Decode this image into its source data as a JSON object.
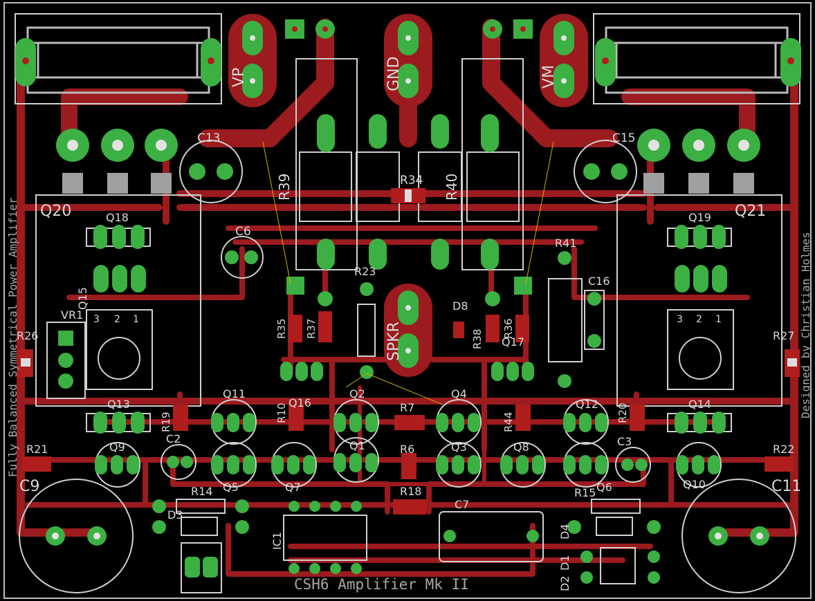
{
  "board": {
    "title": "CSH6 Amplifier Mk II",
    "left_text": "Fully Balanced Symmetrical Power Amplifier",
    "right_text": "Designed by Christian Holmes",
    "colors": {
      "background": "#000000",
      "copper": "#9b1b1e",
      "pad": "#3cb043",
      "silk": "#d0d0d0",
      "hole": "#e3e3e3"
    }
  },
  "connectors": {
    "vp": "VP",
    "gnd": "GND",
    "vm": "VM",
    "spkr": "SPKR"
  },
  "labels": {
    "q20": "Q20",
    "q21": "Q21",
    "q18": "Q18",
    "q19": "Q19",
    "q15": "Q15",
    "q17": "Q17",
    "q13": "Q13",
    "q14": "Q14",
    "q11": "Q11",
    "q12": "Q12",
    "q16": "Q16",
    "q2": "Q2",
    "q4": "Q4",
    "q1": "Q1",
    "q3": "Q3",
    "q8": "Q8",
    "q9": "Q9",
    "q10": "Q10",
    "q5": "Q5",
    "q6": "Q6",
    "q7": "Q7",
    "c13": "C13",
    "c15": "C15",
    "c6": "C6",
    "c16": "C16",
    "c2": "C2",
    "c3": "C3",
    "c7": "C7",
    "c9": "C9",
    "c11": "C11",
    "r39": "R39",
    "r40": "R40",
    "r34": "R34",
    "r41": "R41",
    "r23": "R23",
    "r35": "R35",
    "r37": "R37",
    "r38": "R38",
    "r36": "R36",
    "r26": "R26",
    "r27": "R27",
    "r19": "R19",
    "r20": "R20",
    "r10": "R10",
    "r7": "R7",
    "r6": "R6",
    "r44": "R44",
    "r21": "R21",
    "r22": "R22",
    "r14": "R14",
    "r18": "R18",
    "r15": "R15",
    "d8": "D8",
    "d3": "D3",
    "d4": "D4",
    "d1": "D1",
    "d2": "D2",
    "vr1": "VR1",
    "ic1": "IC1",
    "pin3": "3",
    "pin2": "2",
    "pin1": "1"
  }
}
